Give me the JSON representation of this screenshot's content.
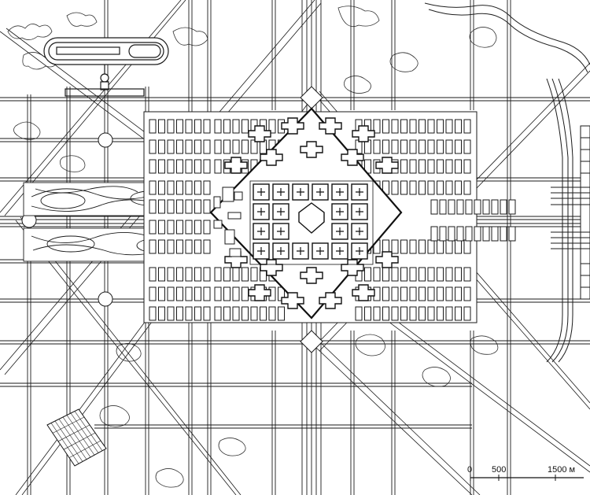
{
  "map": {
    "scale_bar": {
      "tick_labels": [
        "0",
        "500",
        "1500 м"
      ]
    },
    "colors": {
      "ink": "#1a1a1a",
      "paper": "#ffffff"
    }
  }
}
